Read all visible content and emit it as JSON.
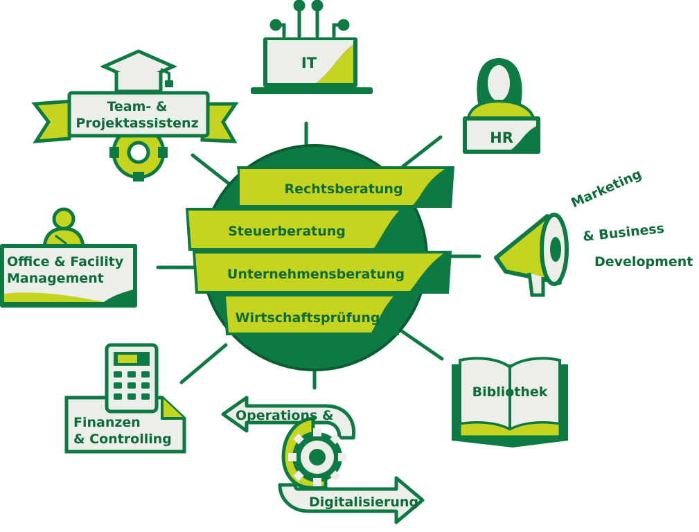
{
  "colors": {
    "green": "#0d7a43",
    "dark_green": "#0d6b3a",
    "lime": "#c5d41f",
    "pale": "#ebeee9",
    "white": "#ffffff"
  },
  "core": {
    "items": [
      "Rechtsberatung",
      "Steuerberatung",
      "Unternehmensberatung",
      "Wirtschaftsprüfung"
    ]
  },
  "departments": {
    "it": "IT",
    "hr": "HR",
    "team_line1": "Team- &",
    "team_line2": "Projektassistenz",
    "office_line1": "Office & Facility",
    "office_line2": "Management",
    "marketing_line1": "Marketing",
    "marketing_line2": "& Business",
    "marketing_line3": "Development",
    "bibliothek": "Bibliothek",
    "finanzen_line1": "Finanzen",
    "finanzen_line2": "& Controlling",
    "operations_line1": "Operations &",
    "operations_line2": "Digitalisierung"
  },
  "icons": [
    "circuit-icon",
    "graduation-cap-icon",
    "gear-icon",
    "person-icon",
    "megaphone-icon",
    "book-icon",
    "calculator-icon"
  ]
}
